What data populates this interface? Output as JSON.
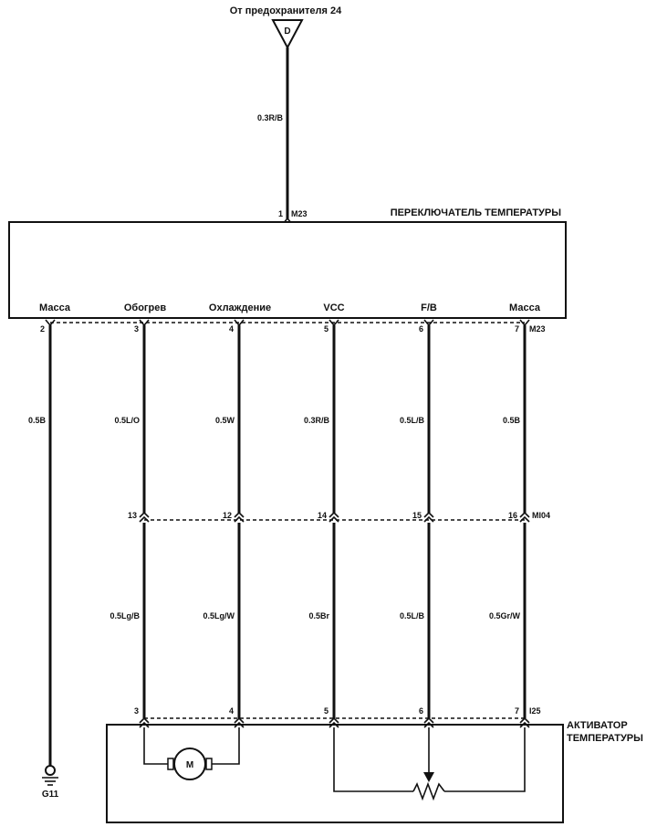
{
  "source": {
    "label": "От предохранителя 24",
    "fuse_letter": "D",
    "wire": "0.3R/B",
    "pin": "1",
    "connector": "M23"
  },
  "switch": {
    "title": "ПЕРЕКЛЮЧАТЕЛЬ ТЕМПЕРАТУРЫ",
    "connector": "M23",
    "terminals": [
      {
        "label": "Масса",
        "pin": "2"
      },
      {
        "label": "Обогрев",
        "pin": "3"
      },
      {
        "label": "Охлаждение",
        "pin": "4"
      },
      {
        "label": "VCC",
        "pin": "5"
      },
      {
        "label": "F/B",
        "pin": "6"
      },
      {
        "label": "Масса",
        "pin": "7"
      }
    ]
  },
  "upper_wires": [
    "0.5B",
    "0.5L/O",
    "0.5W",
    "0.3R/B",
    "0.5L/B",
    "0.5B"
  ],
  "mid_connector": {
    "name": "MI04",
    "pins": [
      "13",
      "12",
      "14",
      "15",
      "16"
    ]
  },
  "lower_wires": [
    "0.5Lg/B",
    "0.5Lg/W",
    "0.5Br",
    "0.5L/B",
    "0.5Gr/W"
  ],
  "actuator": {
    "title_line1": "АКТИВАТОР",
    "title_line2": "ТЕМПЕРАТУРЫ",
    "connector": "I25",
    "pins": [
      "3",
      "4",
      "5",
      "6",
      "7"
    ],
    "motor_label": "M"
  },
  "ground": {
    "label": "G11"
  }
}
